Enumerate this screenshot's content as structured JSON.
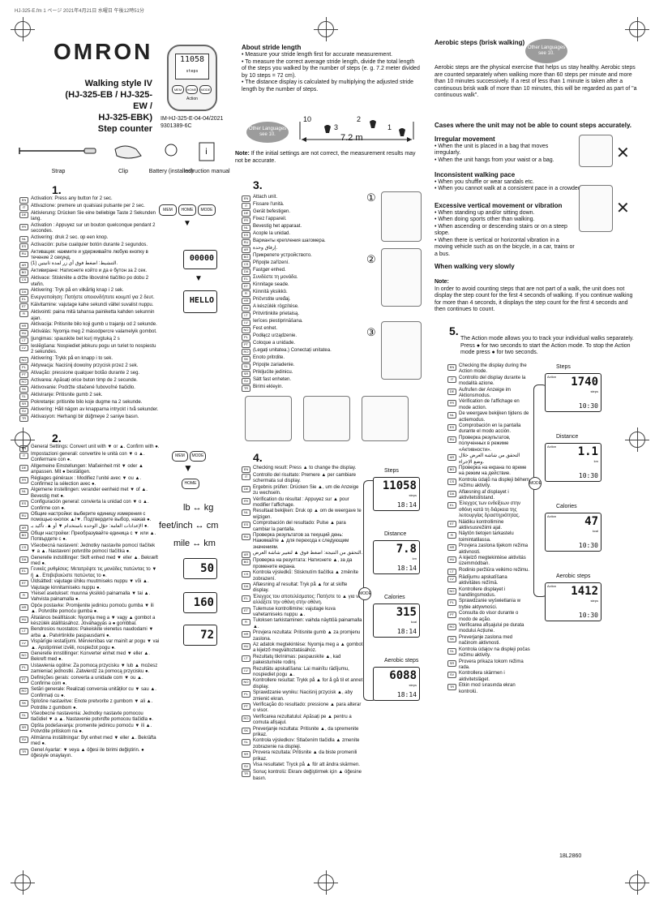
{
  "header_note": "HJ-325-E.fm  1 ページ  2021年4月21日  水曜日  午後12時51分",
  "brand": "OMRON",
  "model_lines": [
    "Walking style IV",
    "(HJ-325-EB / HJ-325-EW /",
    "HJ-325-EBK)",
    "Step counter"
  ],
  "device_screen": "11058",
  "device_screen_sub": "steps",
  "device_buttons": [
    "MEM",
    "HOME",
    "MODE"
  ],
  "device_label": "Action",
  "doc_code": [
    "IM-HJ-325-E-04-04/2021",
    "9301389-6C"
  ],
  "parts": [
    {
      "label": "Strap"
    },
    {
      "label": "Clip"
    },
    {
      "label": "Battery (installed)"
    },
    {
      "label": "Instruction manual"
    }
  ],
  "step1": {
    "num": "1.",
    "display_hello": "HELLO",
    "display_dots": "00000",
    "lines": [
      {
        "code": "EN",
        "text": "Activation: Press any button for 2 sec."
      },
      {
        "code": "IT",
        "text": "Attivazione: premere un qualsiasi pulsante per 2 sec."
      },
      {
        "code": "DE",
        "text": "Aktivierung: Drücken Sie eine beliebige Taste 2 Sekunden lang."
      },
      {
        "code": "FR",
        "text": "Activation : Appuyez sur un bouton quelconque pendant 2 secondes."
      },
      {
        "code": "NL",
        "text": "Activering: druk 2 sec. op een knop."
      },
      {
        "code": "ES",
        "text": "Activación: pulse cualquier botón durante 2 segundos."
      },
      {
        "code": "RU",
        "text": "Активация: нажмите и удерживайте любую кнопку в течение 2 секунд."
      },
      {
        "code": "AR",
        "text": "التنشيط: اضغط فوق أي زر لمدة ثانيتين (1)."
      },
      {
        "code": "BG",
        "text": "Активиране: Натиснете който и да е бутон за 2 сек."
      },
      {
        "code": "CS",
        "text": "Aktivace: Stiskněte a držte libovolné tlačítko po dobu 2 vteřin."
      },
      {
        "code": "DA",
        "text": "Aktivering: Tryk på en vilkårlig knap i 2 sek."
      },
      {
        "code": "EL",
        "text": "Ενεργοποίηση: Πατήστε οποιονδήποτε κουμπί για 2 δευτ."
      },
      {
        "code": "ET",
        "text": "Käivitamine: vajutage kahe sekundi vältel suvalist nuppu."
      },
      {
        "code": "FI",
        "text": "Aktivointi: paina mitä tahansa painiketta kahden sekunnin ajan."
      },
      {
        "code": "HR",
        "text": "Aktivacija: Pritisnite bilo koji gumb u trajanju od 2 sekunde."
      },
      {
        "code": "HU",
        "text": "Aktiválás: Nyomja meg 2 másodpercre valamelyik gombot."
      },
      {
        "code": "LT",
        "text": "Įjungimas: spauskite bet kurį mygtuką 2 s"
      },
      {
        "code": "LV",
        "text": "Ieslēgšana: Nospiediet jebkuru pogu un turiet to nospiestu 2 sekundes."
      },
      {
        "code": "NO",
        "text": "Aktivering: Trykk på en knapp i to sek."
      },
      {
        "code": "PL",
        "text": "Aktywacja: Naciśnij dowolny przycisk przez 2 sek."
      },
      {
        "code": "PT",
        "text": "Ativação: pressione qualquer botão durante 2 seg."
      },
      {
        "code": "RO",
        "text": "Activarea: Apăsați orice buton timp de 2 secunde."
      },
      {
        "code": "SK",
        "text": "Aktivovanie: Podržte stlačené ľubovoľné tlačidlo."
      },
      {
        "code": "SL",
        "text": "Aktiviranje: Pritisnite gumb 2 sek."
      },
      {
        "code": "SR",
        "text": "Pokretanje: pritisnite bilo koje dugme na 2 sekunde."
      },
      {
        "code": "SV",
        "text": "Aktivering: Håll nägon av knapparna intryckt i två sekunder."
      },
      {
        "code": "TR",
        "text": "Aktivasyon: Herhangi bir düğmeye 2 saniye basın."
      }
    ]
  },
  "step2": {
    "num": "2.",
    "units": [
      [
        "lb",
        "kg"
      ],
      [
        "feet/inch",
        "cm"
      ],
      [
        "mile",
        "km"
      ]
    ],
    "displays": [
      "50",
      "160",
      "72"
    ],
    "lines": [
      {
        "code": "EN",
        "text": "General Settings: Convert unit with ▼ or ▲. Confirm with ●."
      },
      {
        "code": "IT",
        "text": "Impostazioni generali: convertire le unità con ▼ o ▲. Confermare con ●."
      },
      {
        "code": "DE",
        "text": "Allgemeine Einstellungen: Maßeinheit mit ▼ oder ▲ anpassen. Mit ● bestätigen."
      },
      {
        "code": "FR",
        "text": "Réglages généraux : Modifiez l'unité avec ▼ ou ▲. Confirmez la sélection avec ●."
      },
      {
        "code": "NL",
        "text": "Algemene instellingen: verander eenheid met ▼ of ▲. Bevestig met ●."
      },
      {
        "code": "ES",
        "text": "Configuración general: convierta la unidad con ▼ o ▲. Confirme con ●."
      },
      {
        "code": "RU",
        "text": "Общие настройки: выберите единицу измерения с помощью кнопок ▲/▼. Подтвердите выбор, нажав ●."
      },
      {
        "code": "AR",
        "text": "الإعدادات العامة: حوّل الوحدة باستخدام ▼ أو ▲. تأكيد بـ ●."
      },
      {
        "code": "BG",
        "text": "Общи настройки: Преобразувайте единица с ▼ или ▲. Потвърдете с ●."
      },
      {
        "code": "CS",
        "text": "Všeobecná nastavení: Jednotky nastavíte pomocí tlačítek ▼ a ▲. Nastavení potvrdíte pomocí tlačítka ●."
      },
      {
        "code": "DA",
        "text": "Generelle indstillinger: Skift enhed med ▼ eller ▲. Bekræft med ●."
      },
      {
        "code": "EL",
        "text": "Γενικές ρυθμίσεις: Μετατρέψτε τις μονάδες πατώντας το ▼ ή ▲. Επιβεβαιώστε πατώντας το ●."
      },
      {
        "code": "ET",
        "text": "Üldsätted: vajutage ühiku muutmiseks nuppu ▼ või ▲. Vajutage kinnitamiseks nuppu ●."
      },
      {
        "code": "FI",
        "text": "Yleiset asetukset: muunna yksikkö painamalla ▼ tai ▲. Vahvista painamalla ●."
      },
      {
        "code": "HR",
        "text": "Opće postavke: Promijenite jedinicu pomoću gumba ▼ ili ▲. Potvrdite pomoću gumba ●."
      },
      {
        "code": "HU",
        "text": "Általános beállítások: Nyomja meg a ▼ vagy ▲ gombot a készülék átállításához. Jóváhagyás a ● gombbal."
      },
      {
        "code": "LT",
        "text": "Bendrosios nuostatos: Pakeiskite vienetus naudodami ▼ arba ▲. Patvirtinkite paspausdami ●."
      },
      {
        "code": "LV",
        "text": "Vispārīgie iestatījumi. Mērvienības var mainīt ar pogu ▼ vai ▲. Apstipriniet izvēli, nospiežot pogu ●."
      },
      {
        "code": "NO",
        "text": "Generelle innstillinger: Konverter enhet med ▼ eller ▲. Bekreft med ●."
      },
      {
        "code": "PL",
        "text": "Ustawienia ogólne: Za pomocą przycisku ▼ lub ▲ możesz zamieniać jednostki. Zatwierdź za pomocą przycisku ●."
      },
      {
        "code": "PT",
        "text": "Definições gerais: converta a unidade com ▼ ou ▲. Confirme com ●."
      },
      {
        "code": "RO",
        "text": "Setări generale: Realizați conversia unităților cu ▼ sau ▲. Confirmați cu ●."
      },
      {
        "code": "SK",
        "text": "Splošne nastavitve: Enote pretvorite z gumbom ▼ ali ▲. Potrdite z gumbom ●."
      },
      {
        "code": "SL",
        "text": "Všeobecne nastavenia: Jednotky nastavte pomocou tlačidiel ▼ a ▲. Nastavenie potvrďte pomocou tlačidla ●."
      },
      {
        "code": "SR",
        "text": "Opšta podešavanja: promenite jedinicu pomoću ▼ ili ▲. Potvrdite pritiskom na ●."
      },
      {
        "code": "SV",
        "text": "Allmänna inställningar: Byt enhet med ▼ eller ▲. Bekräfta med ●."
      },
      {
        "code": "TR",
        "text": "Genel Ayarlar: ▼ veya ▲ öğesi ile birimi değiştirin. ● öğesiyle onaylayın."
      }
    ]
  },
  "stride": {
    "title": "About stride length",
    "bullets": [
      "Measure your stride length first for accurate measurement.",
      "To measure the correct average stride length, divide the total length of the steps you walked by the number of steps (e. g. 7.2 meter divided by 10 steps = 72 cm).",
      "The distance display is calculated by multiplying the adjusted stride length by the number of steps."
    ],
    "other_lang": "Other Languages see 10.",
    "diagram_labels": [
      "10",
      "3",
      "2",
      "1"
    ],
    "distance": "7.2 m",
    "note_label": "Note:",
    "note": "If the initial settings are not correct, the measurement results may not be accurate."
  },
  "step3": {
    "num": "3.",
    "marks": [
      "①",
      "②",
      "③"
    ],
    "lines": [
      {
        "code": "EN",
        "text": "Attach unit."
      },
      {
        "code": "IT",
        "text": "Fissare l'unità."
      },
      {
        "code": "DE",
        "text": "Gerät befestigen."
      },
      {
        "code": "FR",
        "text": "Fixez l'appareil."
      },
      {
        "code": "NL",
        "text": "Bevestig het apparaat."
      },
      {
        "code": "ES",
        "text": "Acople la unidad."
      },
      {
        "code": "RU",
        "text": "Варианты крепления шагомера."
      },
      {
        "code": "AR",
        "text": "إرفاق وحدة."
      },
      {
        "code": "BG",
        "text": "Прикрепете устройството."
      },
      {
        "code": "CS",
        "text": "Připojte zařízení."
      },
      {
        "code": "DA",
        "text": "Fastgør enhed."
      },
      {
        "code": "EL",
        "text": "Συνδέστε τη μονάδα."
      },
      {
        "code": "ET",
        "text": "Kinnitage seade."
      },
      {
        "code": "FI",
        "text": "Kiinnitä yksikkö."
      },
      {
        "code": "HR",
        "text": "Pričvrstite uređaj."
      },
      {
        "code": "HU",
        "text": "A készülék rögzítése."
      },
      {
        "code": "LT",
        "text": "Pritvirtinkite prietaisą."
      },
      {
        "code": "LV",
        "text": "Ierīces piestiprināšana."
      },
      {
        "code": "NO",
        "text": "Fest enhet."
      },
      {
        "code": "PL",
        "text": "Podłącz urządzenie."
      },
      {
        "code": "PT",
        "text": "Coloque a unidade."
      },
      {
        "code": "RO",
        "text": "(Legați unitatea.) Conectați unitatea."
      },
      {
        "code": "SK",
        "text": "Enoto pritrdite."
      },
      {
        "code": "SL",
        "text": "Pripojte zariadenie."
      },
      {
        "code": "SR",
        "text": "Prikljućite jedinicu."
      },
      {
        "code": "SV",
        "text": "Sätt fast enheten."
      },
      {
        "code": "TR",
        "text": "Birimi ekleyin."
      }
    ]
  },
  "step4": {
    "num": "4.",
    "panels": [
      {
        "label": "Steps",
        "big": "11058",
        "unit": "steps",
        "small": "18:14"
      },
      {
        "label": "Distance",
        "big": "7.8",
        "unit": "km",
        "small": "18:14"
      },
      {
        "label": "Calories",
        "big": "315",
        "unit": "kcal",
        "small": "18:14"
      },
      {
        "label": "Aerobic steps",
        "big": "6088",
        "unit": "steps",
        "small": "18:14"
      }
    ],
    "mode": "MODE",
    "lines": [
      {
        "code": "EN",
        "text": "Checking result: Press ▲ to change the display."
      },
      {
        "code": "IT",
        "text": "Controllo del risultato: Premere ▲ per cambiare schermata sul display."
      },
      {
        "code": "DE",
        "text": "Ergebnis prüfen: Drücken Sie ▲, um die Anzeige zu wechseln."
      },
      {
        "code": "FR",
        "text": "Vérification du résultat : Appuyez sur ▲ pour modifier l'affichage."
      },
      {
        "code": "NL",
        "text": "Resultaat bekijken: Druk op ▲ om de weergave te wijzigen."
      },
      {
        "code": "ES",
        "text": "Comprobación del resultado: Pulse ▲ para cambiar la pantalla."
      },
      {
        "code": "RU",
        "text": "Проверка результатов за текущий день: Нажимайте ▲ для перехода к следующим значениям."
      },
      {
        "code": "AR",
        "text": "التحقق من النتيجة: اضغط فوق ▲ لتغيير شاشة العرض."
      },
      {
        "code": "BG",
        "text": "Проверка на резултата: Натиснете ▲, за да промените екрана."
      },
      {
        "code": "CS",
        "text": "Kontrola výsledků: Stisknutím tlačítka ▲ změníte zobrazení."
      },
      {
        "code": "DA",
        "text": "Aflæsning af resultat: Tryk på ▲ for at skifte display."
      },
      {
        "code": "EL",
        "text": "Έλεγχος του αποτελέσματος: Πατήστε το ▲ για να αλλάξετε την οθόνη στην οθόνη."
      },
      {
        "code": "ET",
        "text": "Tulemuse kontrollimine: vajutage kuva vahetamiseks nuppu ▲."
      },
      {
        "code": "FI",
        "text": "Tuloksen tarkistaminen: vaihda näyttöä painamalla ▲."
      },
      {
        "code": "HR",
        "text": "Provjera rezultata: Pritisnite gumb ▲ za promjenu zaslona."
      },
      {
        "code": "HU",
        "text": "Az adatok megtekintése: Nyomja meg a ▲ gombot a kijelző megváltoztatásához."
      },
      {
        "code": "LT",
        "text": "Rezultatų tikrinimas: paspauskite ▲, kad pakeistumėte rodinį."
      },
      {
        "code": "LV",
        "text": "Rezultātu apskatīšana: Lai mainītu rādījumu, nospiediet pogu ▲."
      },
      {
        "code": "NO",
        "text": "Kontrollere resultat: Trykk på ▲ for å gå til et annet display."
      },
      {
        "code": "PL",
        "text": "Sprawdzanie wyniku: Naciśnij przycisk ▲, aby zmienić ekran."
      },
      {
        "code": "PT",
        "text": "Verificação do resultado: pressione ▲ para alterar o visor."
      },
      {
        "code": "RO",
        "text": "Verificarea rezultatului: Apăsați pe ▲ pentru a comuta afișajul."
      },
      {
        "code": "SK",
        "text": "Preverjanje rezultata: Pritisnite ▲, da spremenite prikaz."
      },
      {
        "code": "SL",
        "text": "Kontrola výsledkov: Stlačením tlačidla ▲ zmeníte zobrazenie na displeji."
      },
      {
        "code": "SR",
        "text": "Provera rezultata: Pritisnite ▲ da biste promenili prikaz."
      },
      {
        "code": "SV",
        "text": "Visa resultatet: Tryck på ▲ för att ändra skärmen."
      },
      {
        "code": "TR",
        "text": "Sonuç kontrolü: Ekranı değiştirmek için ▲ öğesine basın."
      }
    ]
  },
  "aerobic": {
    "title": "Aerobic steps (brisk walking)",
    "other_lang": "Other Languages see 10.",
    "body": "Aerobic steps are the physical exercise that helps us stay healthy. Aerobic steps are counted separately when walking more than 60 steps per minute and more than 10 minutes successively. If a rest of less than 1 minute is taken after a continuous brisk walk of more than 10 minutes, this will be regarded as part of \"a continuous walk\"."
  },
  "cases": {
    "title": "Cases where the unit may not be able to count steps accurately.",
    "groups": [
      {
        "heading": "Irregular movement",
        "items": [
          "When the unit is placed in a bag that moves irregularly.",
          "When the unit hangs from your waist or a bag."
        ]
      },
      {
        "heading": "Inconsistent walking pace",
        "items": [
          "When you shuffle or wear sandals etc.",
          "When you cannot walk at a consistent pace in a crowded area."
        ]
      },
      {
        "heading": "Excessive vertical movement or vibration",
        "items": [
          "When standing up and/or sitting down.",
          "When doing sports other than walking.",
          "When ascending or descending stairs or on a steep slope.",
          "When there is vertical or horizontal vibration in a moving vehicle such as on the bicycle, in a car, trains or a bus."
        ]
      }
    ],
    "slow_heading": "When walking very slowly",
    "note_label": "Note:",
    "note": "In order to avoid counting steps that are not part of a walk, the unit does not display the step count for the first 4 seconds of walking. If you continue walking for more than 4 seconds, it displays the step count for the first 4 seconds and then continues to count."
  },
  "step5": {
    "num": "5.",
    "intro": "The Action mode allows you to track your individual walks separately. Press ● for two seconds to start the Action mode. To stop the Action mode press ● for two seconds.",
    "panels": [
      {
        "label": "Steps",
        "big": "1740",
        "unit": "steps",
        "small": "10:30"
      },
      {
        "label": "Distance",
        "big": "1.1",
        "unit": "km",
        "small": "10:30"
      },
      {
        "label": "Calories",
        "big": "47",
        "unit": "kcal",
        "small": "10:30"
      },
      {
        "label": "Aerobic steps",
        "big": "1412",
        "unit": "steps",
        "small": "10:30"
      }
    ],
    "panel_tag": "Action",
    "lines": [
      {
        "code": "EN",
        "text": "Checking the display during the Action mode."
      },
      {
        "code": "IT",
        "text": "Controllo del display durante la modalità azione."
      },
      {
        "code": "DE",
        "text": "Aufrufen der Anzeige im Aktionsmodus."
      },
      {
        "code": "FR",
        "text": "Vérification de l'affichage en mode action."
      },
      {
        "code": "NL",
        "text": "De weergave bekijken tijdens de actiemodus."
      },
      {
        "code": "ES",
        "text": "Comprobación en la pantalla durante el modo acción."
      },
      {
        "code": "RU",
        "text": "Проверка результатов, полученных в режиме «Активности»."
      },
      {
        "code": "AR",
        "text": "التحقق من شاشة العرض خلال وضع الإجراء."
      },
      {
        "code": "BG",
        "text": "Проверка на екрана по време на режим на действие."
      },
      {
        "code": "CS",
        "text": "Kontrola údajů na displeji během režimu aktivity."
      },
      {
        "code": "DA",
        "text": "Aflæsning af displayet i aktivitetstilstand."
      },
      {
        "code": "EL",
        "text": "Έλεγχος των ενδείξεων στην οθόνη κατά τη διάρκεια της λειτουργίας δραστηριότητας."
      },
      {
        "code": "ET",
        "text": "Näidiku kontrollimine aktiivsusrežiimi ajal."
      },
      {
        "code": "FI",
        "text": "Näytön tietojen tarkastelu toimintatilassa."
      },
      {
        "code": "HR",
        "text": "Provjera zaslona tijekom režima aktivnosti."
      },
      {
        "code": "HU",
        "text": "A kijelző megtekintése aktivitás üzemmódban."
      },
      {
        "code": "LT",
        "text": "Rodinio peržiūra veikimo režimu."
      },
      {
        "code": "LV",
        "text": "Rādījumu apskatīšana aktivitātes režīmā."
      },
      {
        "code": "NO",
        "text": "Kontrollere displayet i handlingsmodus."
      },
      {
        "code": "PL",
        "text": "Sprawdzanie wyświetlania w trybie aktywności."
      },
      {
        "code": "PT",
        "text": "Consulta do visor durante o modo de ação."
      },
      {
        "code": "RO",
        "text": "Verificarea afișajului pe durata modului Acțiune."
      },
      {
        "code": "SK",
        "text": "Preverjanje zaslona med načinom aktivnosti."
      },
      {
        "code": "SL",
        "text": "Kontrola údajov na displeji počas režimu aktivity."
      },
      {
        "code": "SR",
        "text": "Provera prikaza tokom režima rada."
      },
      {
        "code": "SV",
        "text": "Kontrollera skärmen i aktivitetsläget."
      },
      {
        "code": "TR",
        "text": "Etkin mod sırasında ekran kontrolü."
      }
    ]
  },
  "footer_code": "18L2860"
}
